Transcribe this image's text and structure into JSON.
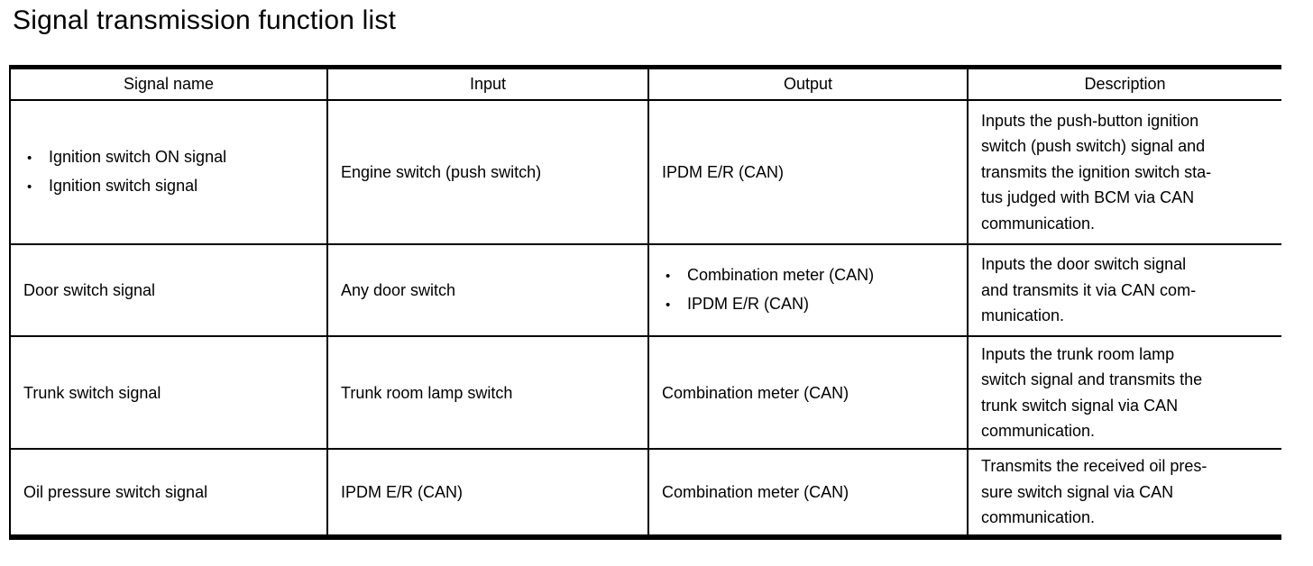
{
  "page": {
    "title": "Signal transmission function list"
  },
  "colors": {
    "text": "#000000",
    "background": "#ffffff",
    "border": "#000000"
  },
  "table": {
    "columns": [
      "Signal name",
      "Input",
      "Output",
      "Description"
    ],
    "rows": [
      {
        "signal_items": [
          "Ignition switch ON signal",
          "Ignition switch signal"
        ],
        "input": "Engine switch (push switch)",
        "output": "IPDM E/R (CAN)",
        "description": "Inputs the push-button ignition\nswitch (push switch) signal and\ntransmits the ignition switch sta-\ntus judged with BCM via CAN\ncommunication."
      },
      {
        "signal": "Door switch signal",
        "input": "Any door switch",
        "output_items": [
          "Combination meter (CAN)",
          "IPDM E/R (CAN)"
        ],
        "description": "Inputs the door switch signal\nand transmits it via CAN com-\nmunication."
      },
      {
        "signal": "Trunk switch signal",
        "input": "Trunk room lamp switch",
        "output": "Combination meter (CAN)",
        "description": "Inputs the trunk room lamp\nswitch signal and transmits the\ntrunk switch signal via CAN\ncommunication."
      },
      {
        "signal": "Oil pressure switch signal",
        "input": "IPDM E/R (CAN)",
        "output": "Combination meter (CAN)",
        "description": "Transmits the received oil pres-\nsure switch signal via CAN\ncommunication."
      }
    ]
  }
}
